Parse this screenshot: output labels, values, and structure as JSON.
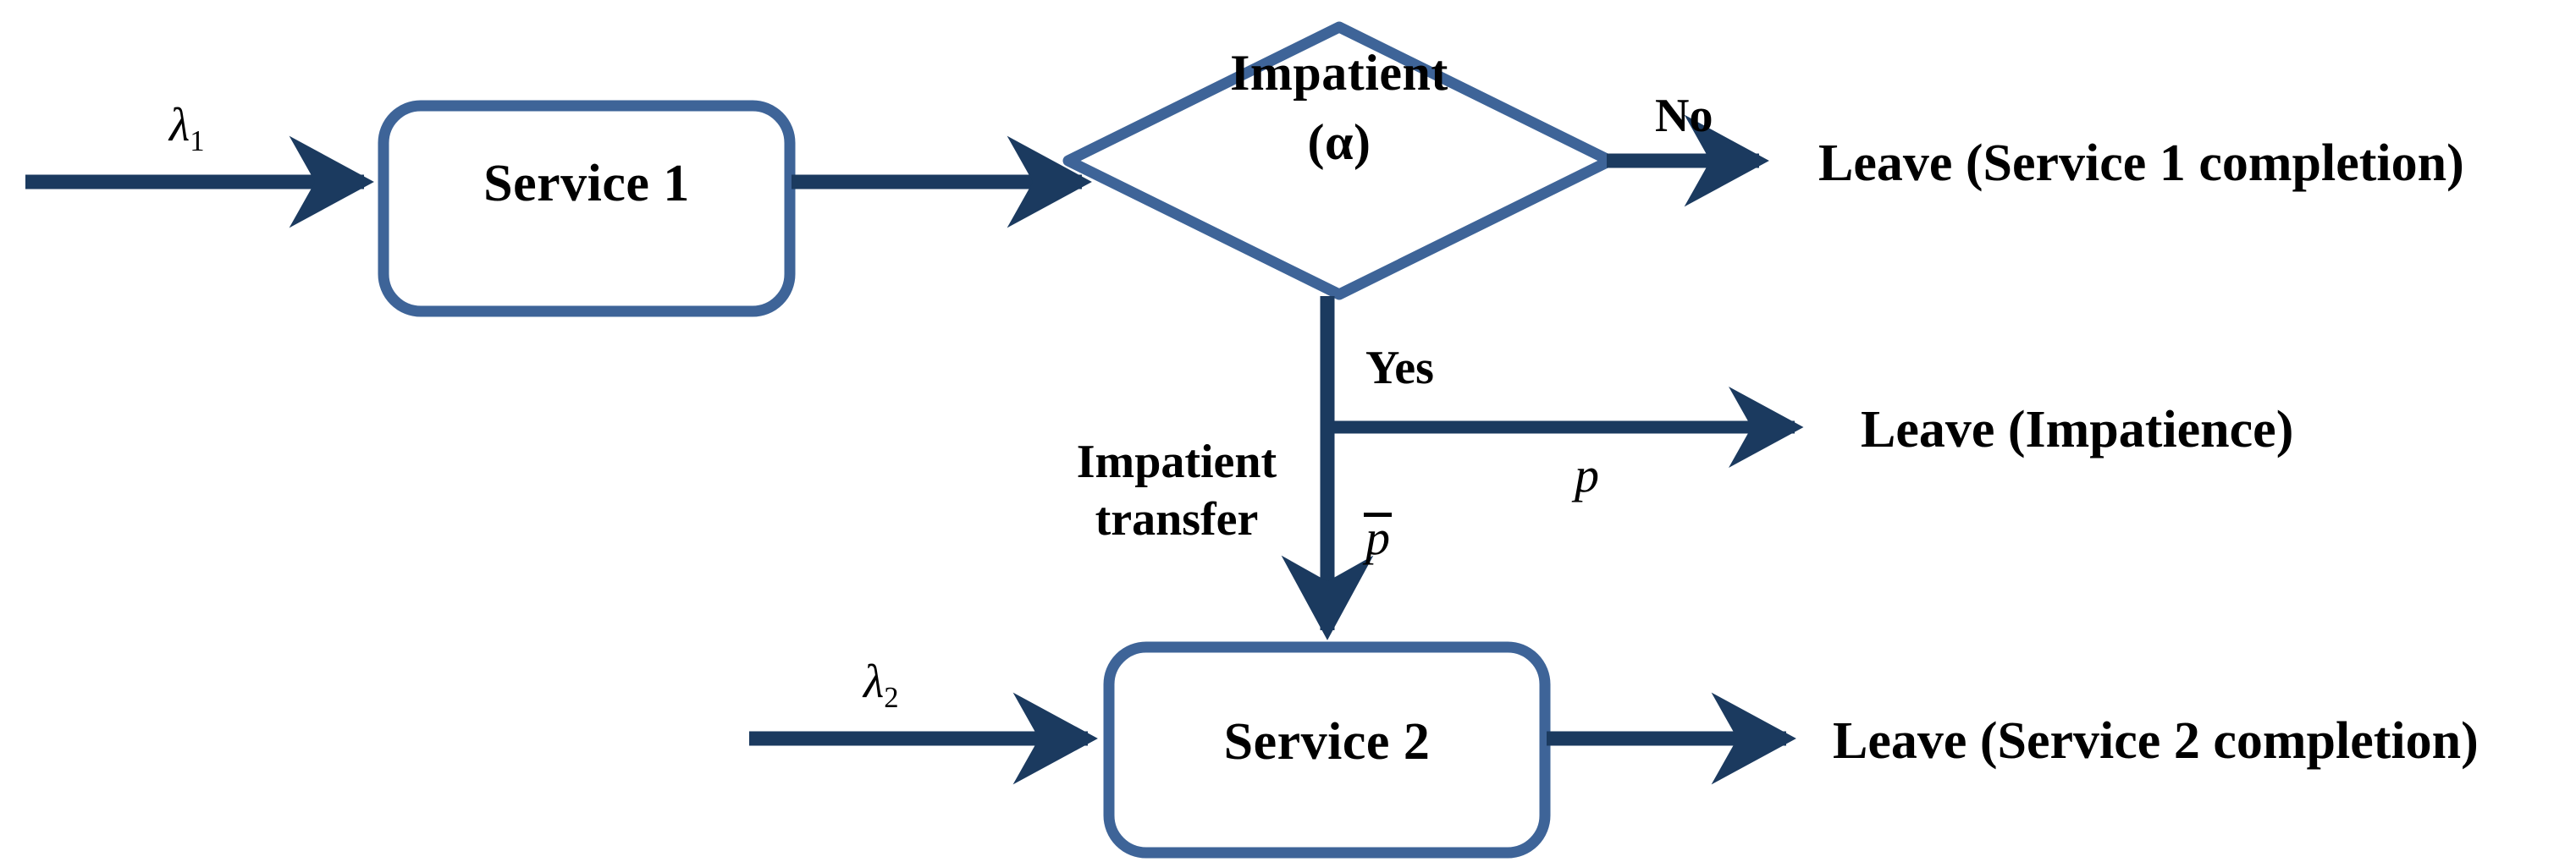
{
  "diagram": {
    "title": "Two-stage service queue with impatience routing",
    "colors": {
      "node_border": "#3E6498",
      "node_fill": "#FFFFFF",
      "arrow": "#1B3A5F",
      "text": "#000000",
      "background": "#FFFFFF"
    },
    "nodes": [
      {
        "id": "service1",
        "shape": "rounded-rect",
        "label": "Service 1"
      },
      {
        "id": "impatient",
        "shape": "diamond",
        "label_line1": "Impatient",
        "label_line2": "(α)"
      },
      {
        "id": "service2",
        "shape": "rounded-rect",
        "label": "Service 2"
      }
    ],
    "edge_labels": {
      "arrival1": "λ",
      "arrival1_sub": "1",
      "arrival2": "λ",
      "arrival2_sub": "2",
      "no": "No",
      "yes": "Yes",
      "impatient_transfer_line1": "Impatient",
      "impatient_transfer_line2": "transfer",
      "p": "p",
      "p_bar": "p"
    },
    "outcomes": [
      {
        "id": "leave-service1",
        "label": "Leave (Service 1 completion)"
      },
      {
        "id": "leave-impatience",
        "label": "Leave (Impatience)"
      },
      {
        "id": "leave-service2",
        "label": "Leave (Service 2 completion)"
      }
    ]
  }
}
